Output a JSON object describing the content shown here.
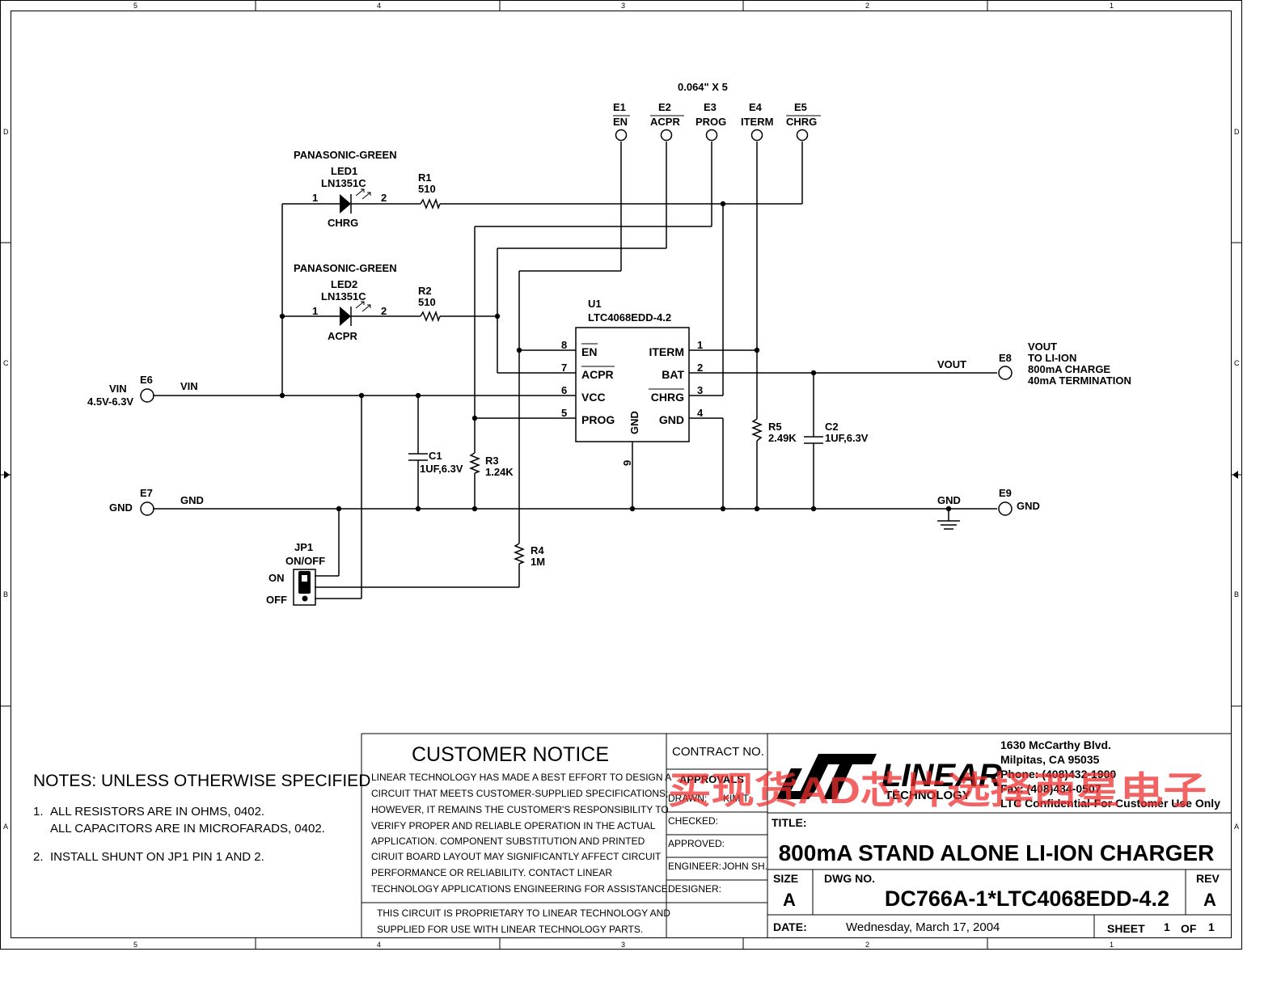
{
  "frame": {
    "cols": [
      "5",
      "4",
      "3",
      "2",
      "1"
    ],
    "rows": [
      "D",
      "C",
      "B",
      "A"
    ]
  },
  "header_note": "0.064\" X 5",
  "terminals_top": [
    {
      "ref": "E1",
      "net": "EN"
    },
    {
      "ref": "E2",
      "net": "ACPR"
    },
    {
      "ref": "E3",
      "net": "PROG"
    },
    {
      "ref": "E4",
      "net": "ITERM"
    },
    {
      "ref": "E5",
      "net": "CHRG"
    }
  ],
  "led1": {
    "mfr": "PANASONIC-GREEN",
    "ref": "LED1",
    "part": "LN1351C",
    "pin1": "1",
    "pin2": "2",
    "label": "CHRG"
  },
  "led2": {
    "mfr": "PANASONIC-GREEN",
    "ref": "LED2",
    "part": "LN1351C",
    "pin1": "1",
    "pin2": "2",
    "label": "ACPR"
  },
  "r1": {
    "ref": "R1",
    "value": "510"
  },
  "r2": {
    "ref": "R2",
    "value": "510"
  },
  "r3": {
    "ref": "R3",
    "value": "1.24K"
  },
  "r4": {
    "ref": "R4",
    "value": "1M"
  },
  "r5": {
    "ref": "R5",
    "value": "2.49K"
  },
  "c1": {
    "ref": "C1",
    "value": "1UF,6.3V"
  },
  "c2": {
    "ref": "C2",
    "value": "1UF,6.3V"
  },
  "u1": {
    "ref": "U1",
    "part": "LTC4068EDD-4.2",
    "left_pins": [
      {
        "num": "8",
        "name": "EN"
      },
      {
        "num": "7",
        "name": "ACPR"
      },
      {
        "num": "6",
        "name": "VCC"
      },
      {
        "num": "5",
        "name": "PROG"
      }
    ],
    "right_pins": [
      {
        "num": "1",
        "name": "ITERM"
      },
      {
        "num": "2",
        "name": "BAT"
      },
      {
        "num": "3",
        "name": "CHRG"
      },
      {
        "num": "4",
        "name": "GND"
      }
    ],
    "bottom_pin": {
      "num": "9",
      "name": "GND"
    }
  },
  "e6": {
    "ref": "E6",
    "name": "VIN",
    "range": "4.5V-6.3V",
    "net": "VIN"
  },
  "e7": {
    "ref": "E7",
    "name": "GND",
    "net": "GND"
  },
  "e8": {
    "ref": "E8",
    "net": "VOUT",
    "desc": [
      "VOUT",
      "TO LI-ION",
      "800mA CHARGE",
      "40mA TERMINATION"
    ]
  },
  "e9": {
    "ref": "E9",
    "name": "GND",
    "net": "GND"
  },
  "jp1": {
    "ref": "JP1",
    "label": "ON/OFF",
    "on": "ON",
    "off": "OFF"
  },
  "notes": {
    "title": "NOTES:  UNLESS OTHERWISE SPECIFIED",
    "n1_num": "1.",
    "n1a": "ALL RESISTORS ARE IN OHMS, 0402.",
    "n1b": "ALL CAPACITORS ARE IN MICROFARADS, 0402.",
    "n2_num": "2.",
    "n2": "INSTALL SHUNT ON JP1 PIN 1 AND 2."
  },
  "customer_notice": {
    "title": "CUSTOMER NOTICE",
    "lines": [
      "LINEAR TECHNOLOGY HAS MADE A BEST EFFORT TO DESIGN A",
      "CIRCUIT THAT MEETS CUSTOMER-SUPPLIED SPECIFICATIONS;",
      "HOWEVER, IT REMAINS THE CUSTOMER'S RESPONSIBILITY TO",
      "VERIFY PROPER AND RELIABLE OPERATION IN THE ACTUAL",
      "APPLICATION.  COMPONENT SUBSTITUTION AND PRINTED",
      "CIRUIT BOARD LAYOUT MAY SIGNIFICANTLY AFFECT CIRCUIT",
      "PERFORMANCE OR RELIABILITY.  CONTACT LINEAR",
      "TECHNOLOGY APPLICATIONS ENGINEERING FOR ASSISTANCE."
    ],
    "footer": [
      "THIS CIRCUIT IS PROPRIETARY TO LINEAR TECHNOLOGY AND",
      "SUPPLIED FOR USE WITH LINEAR TECHNOLOGY PARTS."
    ]
  },
  "approvals": {
    "contract": "CONTRACT NO.",
    "heading": "APPROVALS",
    "drawn_label": "DRAWN:",
    "drawn": "KIM T.",
    "checked": "CHECKED:",
    "approved": "APPROVED:",
    "engineer_label": "ENGINEER:",
    "engineer": "JOHN SH.",
    "designer": "DESIGNER:"
  },
  "company": {
    "logo_top": "LINEAR",
    "logo_bottom": "TECHNOLOGY",
    "address": [
      "1630 McCarthy Blvd.",
      "Milpitas, CA 95035",
      "Phone: (408)432-1900",
      "Fax: (408)434-0507",
      "LTC Confidential-For Customer Use Only"
    ]
  },
  "title_block": {
    "title_label": "TITLE:",
    "title": "800mA STAND ALONE LI-ION CHARGER",
    "size_label": "SIZE",
    "size": "A",
    "dwg_label": "DWG NO.",
    "dwg": "DC766A-1*LTC4068EDD-4.2",
    "rev_label": "REV",
    "rev": "A",
    "date_label": "DATE:",
    "date": "Wednesday, March 17, 2004",
    "sheet_label": "SHEET",
    "sheet": "1",
    "of_label": "OF",
    "of": "1"
  },
  "watermark": "买现货AD芯片选择西星电子",
  "colors": {
    "watermark": "#ee3030"
  }
}
